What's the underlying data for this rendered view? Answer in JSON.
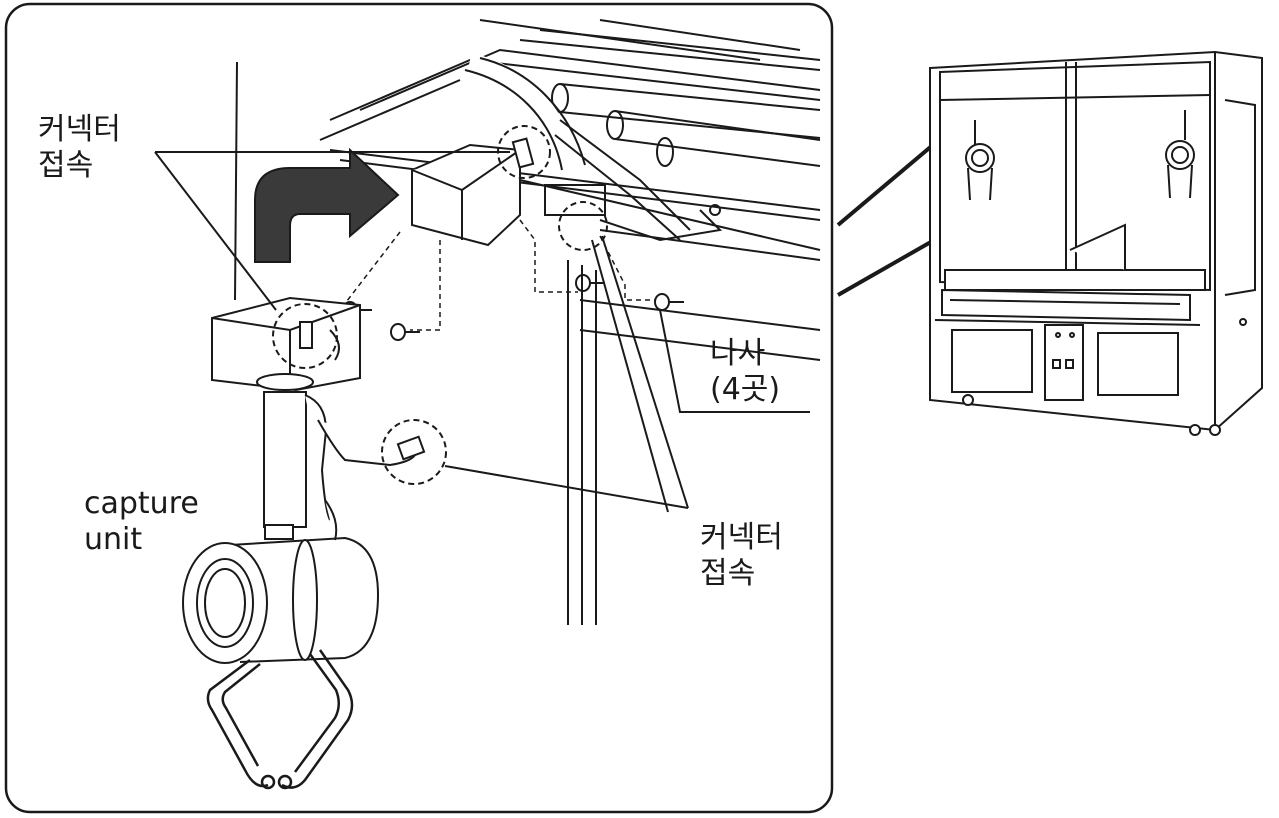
{
  "labels": {
    "connector_top": {
      "line1": "커넥터",
      "line2": "접속"
    },
    "screw": {
      "line1": "나사",
      "line2": "(4곳)"
    },
    "capture_unit": {
      "line1": "capture",
      "line2": "unit"
    },
    "connector_bottom": {
      "line1": "커넥터",
      "line2": "접속"
    }
  },
  "colors": {
    "line": "#1a1a1a",
    "paper": "#ffffff",
    "shade": "#3a3a3a"
  },
  "icons": [
    "curved-arrow-icon",
    "screw-icon",
    "connector-icon"
  ]
}
